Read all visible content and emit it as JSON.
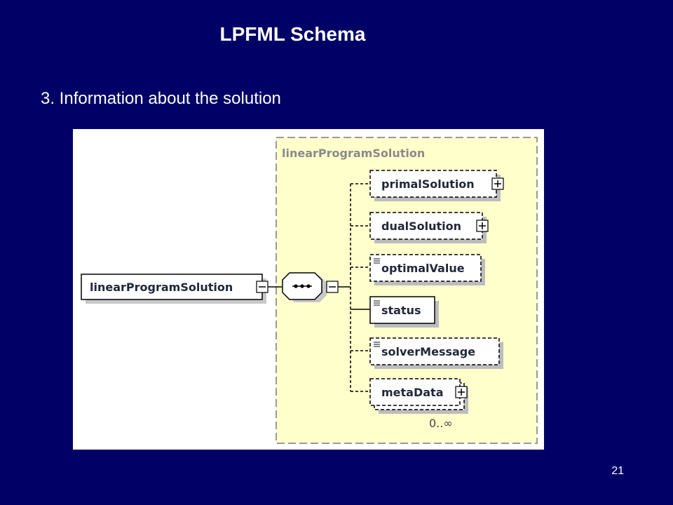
{
  "slide": {
    "title": "LPFML Schema",
    "subtitle": "3. Information about the solution",
    "page_number": "21"
  },
  "diagram": {
    "root_element": "linearProgramSolution",
    "group_label": "linearProgramSolution",
    "children": [
      {
        "label": "primalSolution",
        "optional": true,
        "expandable": true
      },
      {
        "label": "dualSolution",
        "optional": true,
        "expandable": true
      },
      {
        "label": "optimalValue",
        "optional": true,
        "expandable": false
      },
      {
        "label": "status",
        "optional": false,
        "expandable": false
      },
      {
        "label": "solverMessage",
        "optional": true,
        "expandable": false
      },
      {
        "label": "metaData",
        "optional": true,
        "expandable": true,
        "cardinality": "0..∞"
      }
    ],
    "colors": {
      "background": "#000066",
      "group_fill": "#ffffcc",
      "box_border": "#000000",
      "group_border": "#9a9a9a"
    }
  }
}
